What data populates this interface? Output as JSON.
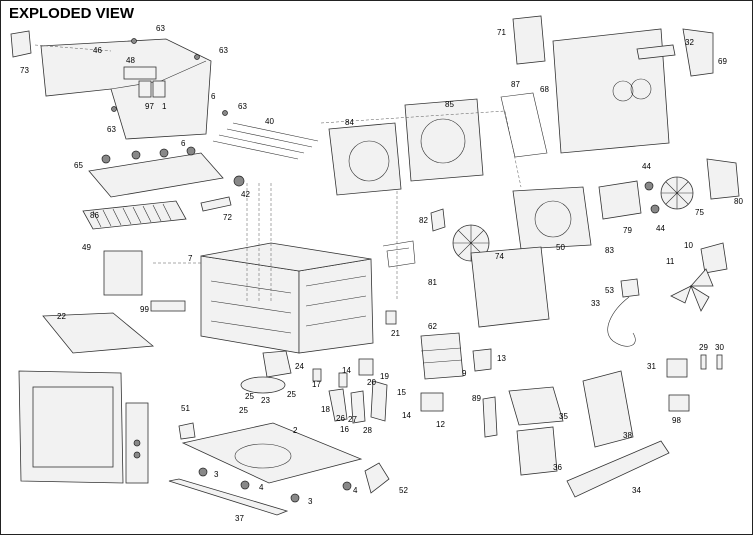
{
  "title": "EXPLODED VIEW",
  "callouts": [
    {
      "n": "63"
    },
    {
      "n": "73"
    },
    {
      "n": "46"
    },
    {
      "n": "63"
    },
    {
      "n": "48"
    },
    {
      "n": "97"
    },
    {
      "n": "1"
    },
    {
      "n": "6"
    },
    {
      "n": "63"
    },
    {
      "n": "63"
    },
    {
      "n": "6"
    },
    {
      "n": "40"
    },
    {
      "n": "65"
    },
    {
      "n": "42"
    },
    {
      "n": "86"
    },
    {
      "n": "72"
    },
    {
      "n": "71"
    },
    {
      "n": "32"
    },
    {
      "n": "69"
    },
    {
      "n": "87"
    },
    {
      "n": "68"
    },
    {
      "n": "85"
    },
    {
      "n": "84"
    },
    {
      "n": "44"
    },
    {
      "n": "80"
    },
    {
      "n": "82"
    },
    {
      "n": "79"
    },
    {
      "n": "44"
    },
    {
      "n": "75"
    },
    {
      "n": "83"
    },
    {
      "n": "10"
    },
    {
      "n": "11"
    },
    {
      "n": "74"
    },
    {
      "n": "81"
    },
    {
      "n": "50"
    },
    {
      "n": "53"
    },
    {
      "n": "33"
    },
    {
      "n": "7"
    },
    {
      "n": "49"
    },
    {
      "n": "99"
    },
    {
      "n": "22"
    },
    {
      "n": "21"
    },
    {
      "n": "62"
    },
    {
      "n": "13"
    },
    {
      "n": "9"
    },
    {
      "n": "24"
    },
    {
      "n": "19"
    },
    {
      "n": "20"
    },
    {
      "n": "17"
    },
    {
      "n": "14"
    },
    {
      "n": "15"
    },
    {
      "n": "25"
    },
    {
      "n": "23"
    },
    {
      "n": "25"
    },
    {
      "n": "25"
    },
    {
      "n": "18"
    },
    {
      "n": "26"
    },
    {
      "n": "16"
    },
    {
      "n": "27"
    },
    {
      "n": "28"
    },
    {
      "n": "14"
    },
    {
      "n": "12"
    },
    {
      "n": "89"
    },
    {
      "n": "35"
    },
    {
      "n": "29"
    },
    {
      "n": "30"
    },
    {
      "n": "31"
    },
    {
      "n": "98"
    },
    {
      "n": "38"
    },
    {
      "n": "51"
    },
    {
      "n": "2"
    },
    {
      "n": "36"
    },
    {
      "n": "3"
    },
    {
      "n": "4"
    },
    {
      "n": "4"
    },
    {
      "n": "3"
    },
    {
      "n": "52"
    },
    {
      "n": "34"
    },
    {
      "n": "37"
    }
  ]
}
